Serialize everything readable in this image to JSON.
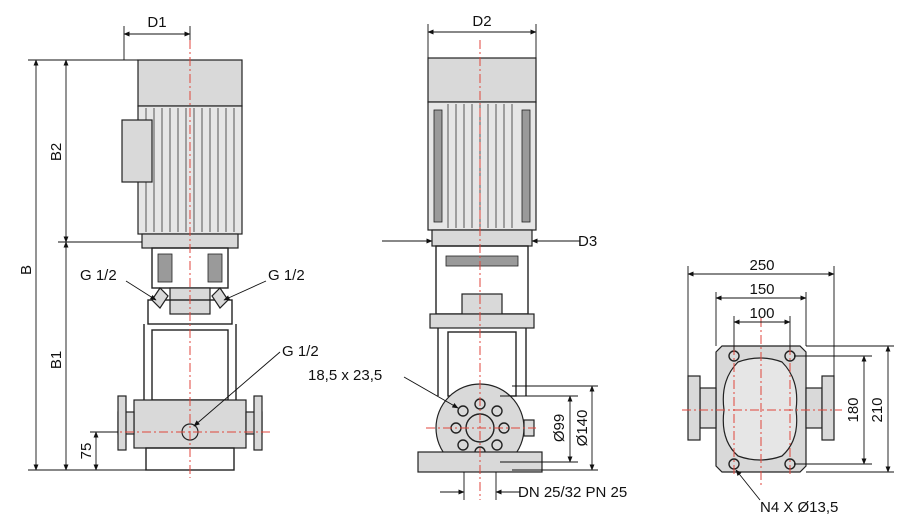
{
  "labels": {
    "d1": "D1",
    "d2": "D2",
    "d3": "D3",
    "b": "B",
    "b1": "B1",
    "b2": "B2",
    "g_left": "G 1/2",
    "g_right": "G 1/2",
    "g_center": "G 1/2",
    "dim_75": "75",
    "hole_slot": "18,5 x 23,5",
    "dia_99": "Ø99",
    "dia_140": "Ø140",
    "dn_pn": "DN 25/32 PN 25",
    "dim_250": "250",
    "dim_150": "150",
    "dim_100": "100",
    "dim_180": "180",
    "dim_210": "210",
    "bolt_holes": "N4 X Ø13,5"
  },
  "colors": {
    "outline": "#222222",
    "fill": "#d9d9d9",
    "centerline": "#e0463c"
  }
}
